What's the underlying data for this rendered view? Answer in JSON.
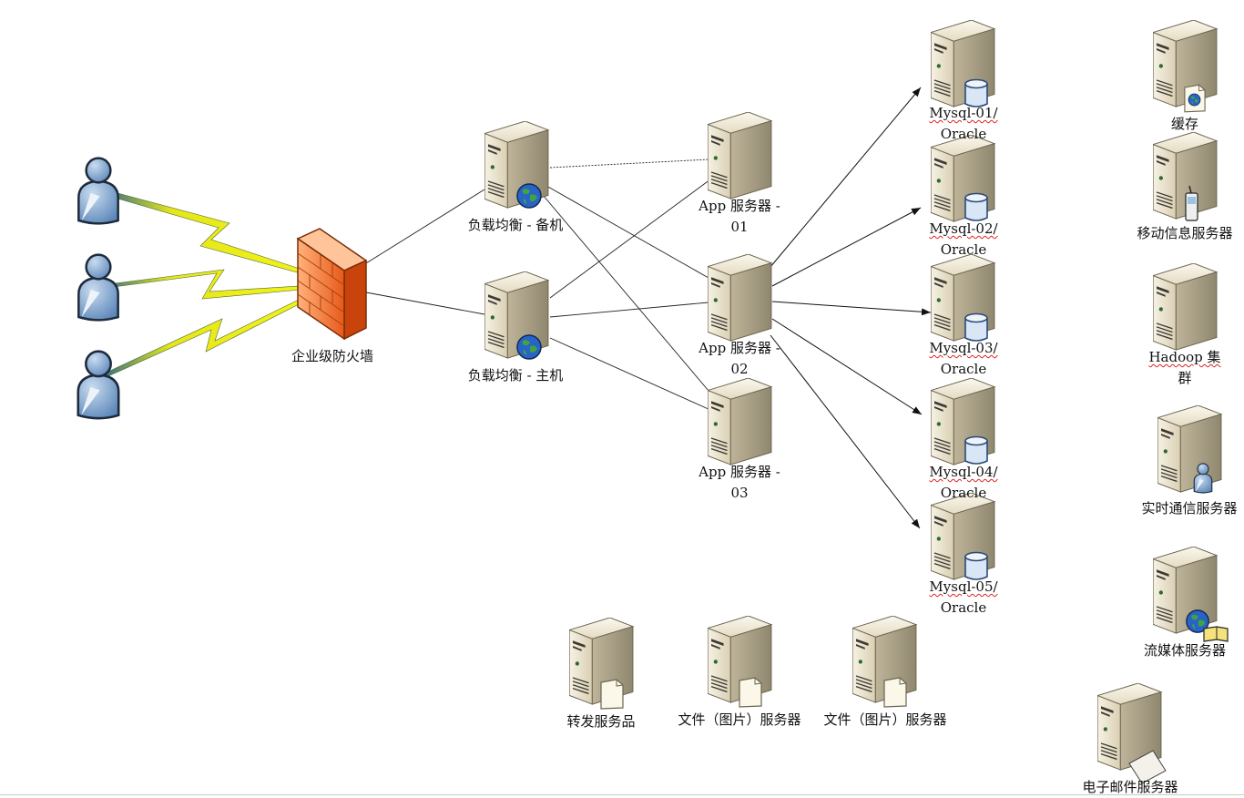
{
  "diagram": {
    "nodes": [
      {
        "id": "user1",
        "type": "user",
        "label": ""
      },
      {
        "id": "user2",
        "type": "user",
        "label": ""
      },
      {
        "id": "user3",
        "type": "user",
        "label": ""
      },
      {
        "id": "fw",
        "type": "firewall",
        "label": "企业级防火墙"
      },
      {
        "id": "lb_backup",
        "type": "server",
        "badge": "globe-icon",
        "label": "负载均衡 - 备机"
      },
      {
        "id": "lb_main",
        "type": "server",
        "badge": "globe-icon",
        "label": "负载均衡 - 主机"
      },
      {
        "id": "app1",
        "type": "server",
        "label": "App 服务器 -",
        "label2": "01"
      },
      {
        "id": "app2",
        "type": "server",
        "label": "App 服务器 -",
        "label2": "02"
      },
      {
        "id": "app3",
        "type": "server",
        "label": "App 服务器 -",
        "label2": "03"
      },
      {
        "id": "db1",
        "type": "server",
        "badge": "database-icon",
        "label": "Mysql-01/",
        "label2": "Oracle"
      },
      {
        "id": "db2",
        "type": "server",
        "badge": "database-icon",
        "label": "Mysql-02/",
        "label2": "Oracle"
      },
      {
        "id": "db3",
        "type": "server",
        "badge": "database-icon",
        "label": "Mysql-03/",
        "label2": "Oracle"
      },
      {
        "id": "db4",
        "type": "server",
        "badge": "database-icon",
        "label": "Mysql-04/",
        "label2": "Oracle"
      },
      {
        "id": "db5",
        "type": "server",
        "badge": "database-icon",
        "label": "Mysql-05/",
        "label2": "Oracle"
      },
      {
        "id": "cache",
        "type": "server",
        "badge": "globe-page-icon",
        "label": "缓存"
      },
      {
        "id": "mobile",
        "type": "server",
        "badge": "mobile-phone-icon",
        "label": "移动信息服务器"
      },
      {
        "id": "hadoop",
        "type": "server",
        "label": "Hadoop 集",
        "label2": "群"
      },
      {
        "id": "rtc",
        "type": "server",
        "badge": "user-icon",
        "label": "实时通信服务器"
      },
      {
        "id": "stream",
        "type": "server",
        "badge": "globe-book-icon",
        "label": "流媒体服务器"
      },
      {
        "id": "forward",
        "type": "server",
        "badge": "file-icon",
        "label": "转发服务品"
      },
      {
        "id": "file1",
        "type": "server",
        "badge": "file-icon",
        "label": "文件（图片）服务器"
      },
      {
        "id": "file2",
        "type": "server",
        "badge": "file-icon",
        "label": "文件（图片）服务器"
      },
      {
        "id": "email",
        "type": "server",
        "badge": "envelope-icon",
        "label": "电子邮件服务器"
      }
    ],
    "edges": [
      {
        "from": "user1",
        "to": "fw",
        "style": "lightning"
      },
      {
        "from": "user2",
        "to": "fw",
        "style": "lightning"
      },
      {
        "from": "user3",
        "to": "fw",
        "style": "lightning"
      },
      {
        "from": "fw",
        "to": "lb_backup",
        "style": "line"
      },
      {
        "from": "fw",
        "to": "lb_main",
        "style": "line"
      },
      {
        "from": "lb_backup",
        "to": "app1",
        "style": "dashed"
      },
      {
        "from": "lb_backup",
        "to": "app2",
        "style": "line"
      },
      {
        "from": "lb_backup",
        "to": "app3",
        "style": "line"
      },
      {
        "from": "lb_main",
        "to": "app1",
        "style": "line"
      },
      {
        "from": "lb_main",
        "to": "app2",
        "style": "line"
      },
      {
        "from": "lb_main",
        "to": "app3",
        "style": "line"
      },
      {
        "from": "app2",
        "to": "db1",
        "style": "arrow"
      },
      {
        "from": "app2",
        "to": "db2",
        "style": "arrow"
      },
      {
        "from": "app2",
        "to": "db3",
        "style": "arrow"
      },
      {
        "from": "app2",
        "to": "db4",
        "style": "arrow"
      },
      {
        "from": "app2",
        "to": "db5",
        "style": "arrow"
      }
    ]
  }
}
